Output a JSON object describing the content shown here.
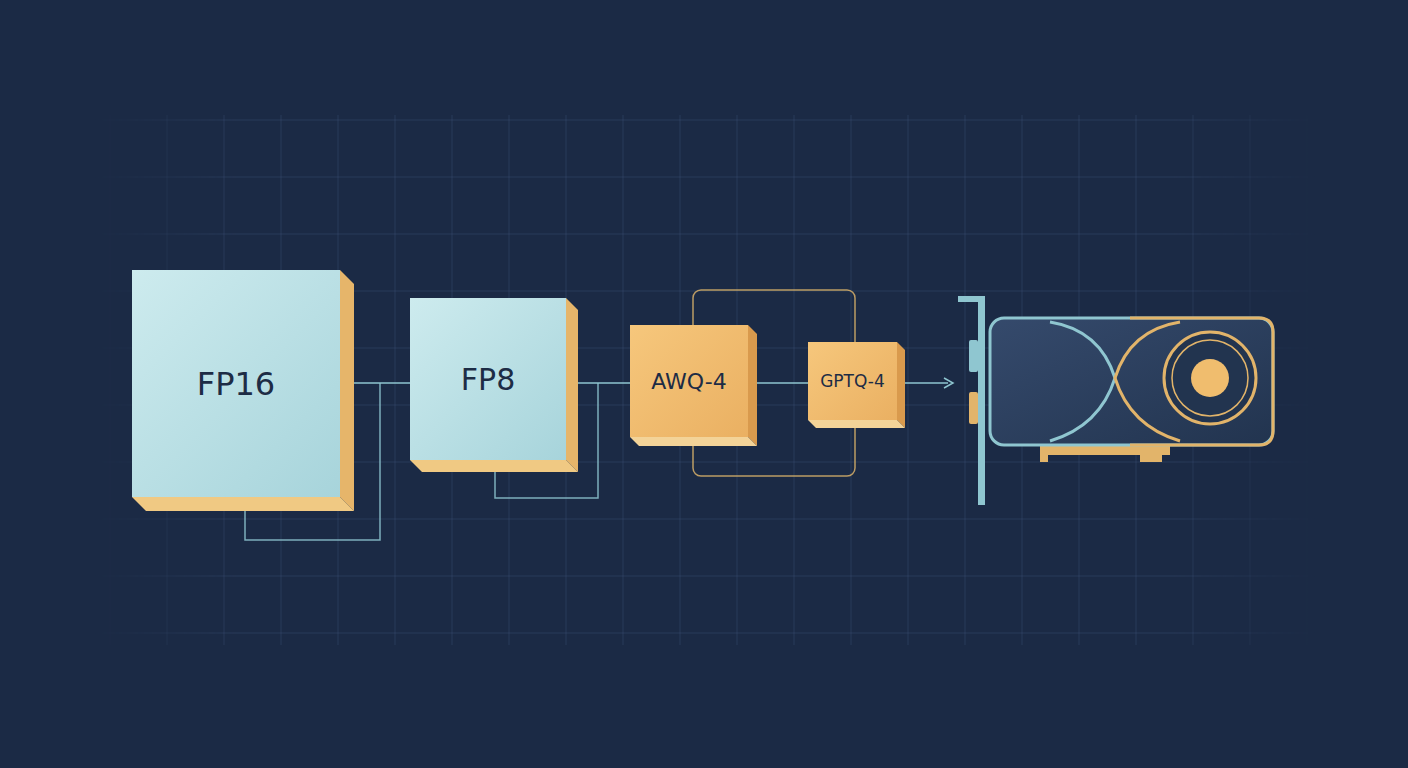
{
  "diagram": {
    "nodes": [
      {
        "text": [
          "FP16"
        ]
      },
      {
        "text": [
          "FP8"
        ]
      },
      {
        "text": [
          "AWQ-4"
        ]
      },
      {
        "text": [
          "GPTQ-4"
        ]
      }
    ],
    "edges": [
      {
        "from": 0,
        "to": 1,
        "arrow": "none"
      },
      {
        "from": 1,
        "to": 2,
        "arrow": "none"
      },
      {
        "from": 2,
        "to": 3,
        "arrow": "none"
      }
    ]
  }
}
